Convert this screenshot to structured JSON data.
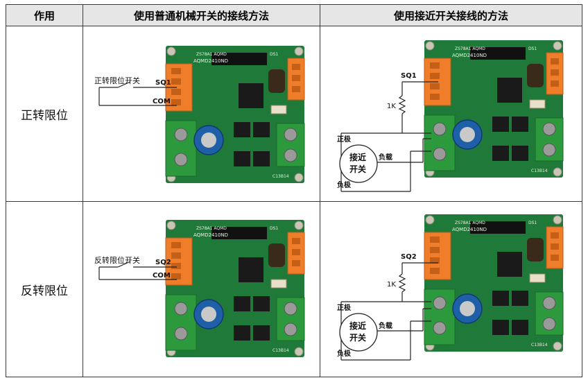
{
  "table": {
    "headers": [
      "作用",
      "使用普通机械开关的接线方法",
      "使用接近开关接线的方法"
    ],
    "rows": [
      {
        "label": "正转限位",
        "mechanical": {
          "switch_label": "正转限位开关",
          "terminal_top": "SQ1",
          "terminal_bottom": "COM"
        },
        "proximity": {
          "signal": "SQ1",
          "resistor": "1K",
          "positive": "正极",
          "load": "负载",
          "negative": "负极",
          "sensor_line1": "接近",
          "sensor_line2": "开关"
        }
      },
      {
        "label": "反转限位",
        "mechanical": {
          "switch_label": "反转限位开关",
          "terminal_top": "SQ2",
          "terminal_bottom": "COM"
        },
        "proximity": {
          "signal": "SQ2",
          "resistor": "1K",
          "positive": "正极",
          "load": "负载",
          "negative": "负极",
          "sensor_line1": "接近",
          "sensor_line2": "开关"
        }
      }
    ]
  },
  "board": {
    "model_text": "AQMD2410ND",
    "silk_top": "ZS78A1  AQMD",
    "silk_cap": "C13B14",
    "silk_ds": "DS1",
    "colors": {
      "pcb": "#1f7a3a",
      "pcb_dark": "#155c2a",
      "connector": "#f07d2a",
      "terminal": "#2c9a3c",
      "capacitor": "#1f5fa8",
      "chip": "#1a1a1a",
      "hole": "#c9c6b6"
    }
  }
}
